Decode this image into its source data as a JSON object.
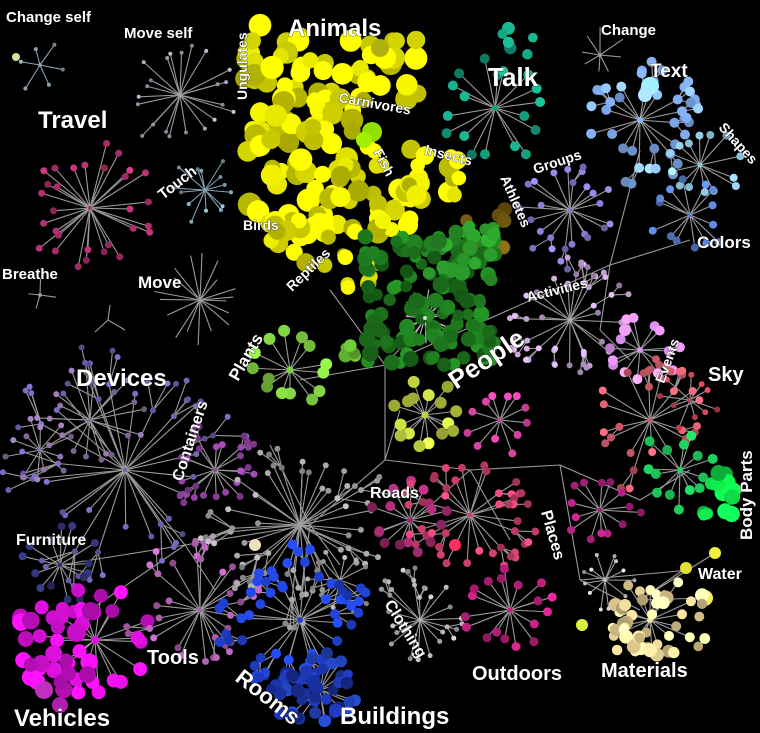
{
  "labels": {
    "change_self": "Change self",
    "move_self": "Move self",
    "animals": "Animals",
    "talk": "Talk",
    "change": "Change",
    "text": "Text",
    "ungulates": "Ungulates",
    "carnivores": "Carnivores",
    "travel": "Travel",
    "touch": "Touch",
    "fish": "Fish",
    "insects": "Insects",
    "groups": "Groups",
    "shapes": "Shapes",
    "athletes": "Athletes",
    "birds": "Birds",
    "colors": "Colors",
    "breathe": "Breathe",
    "move": "Move",
    "reptiles": "Reptiles",
    "activities": "Activities",
    "plants": "Plants",
    "people": "People",
    "events": "Events",
    "devices": "Devices",
    "sky": "Sky",
    "containers": "Containers",
    "body_parts": "Body Parts",
    "roads": "Roads",
    "places": "Places",
    "furniture": "Furniture",
    "water": "Water",
    "clothing": "Clothing",
    "tools": "Tools",
    "outdoors": "Outdoors",
    "materials": "Materials",
    "rooms": "Rooms",
    "buildings": "Buildings",
    "vehicles": "Vehicles"
  },
  "colors": {
    "background": "#000000",
    "edge": "#9a9a9a",
    "animals": "#f0f000",
    "people": "#1e7a1e",
    "talk": "#14a080",
    "text": "#8ab8ff",
    "groups": "#8a7ad0",
    "activities": "#c0a0d0",
    "events": "#e090f0",
    "sky": "#d05a6a",
    "body_parts": "#20d060",
    "water": "#f0f040",
    "materials": "#f8e0a0",
    "places": "#d040a0",
    "roads": "#a02a70",
    "outdoors": "#c02080",
    "rooms": "#2040d0",
    "buildings": "#2040b0",
    "clothing": "#a0a0a0",
    "tools": "#b060b0",
    "vehicles": "#e010e0",
    "furniture": "#303070",
    "devices": "#7060b0",
    "containers": "#9040a0",
    "plants": "#80d040",
    "travel": "#b03070",
    "athletes": "#7a6010",
    "lime": "#c0d040"
  }
}
